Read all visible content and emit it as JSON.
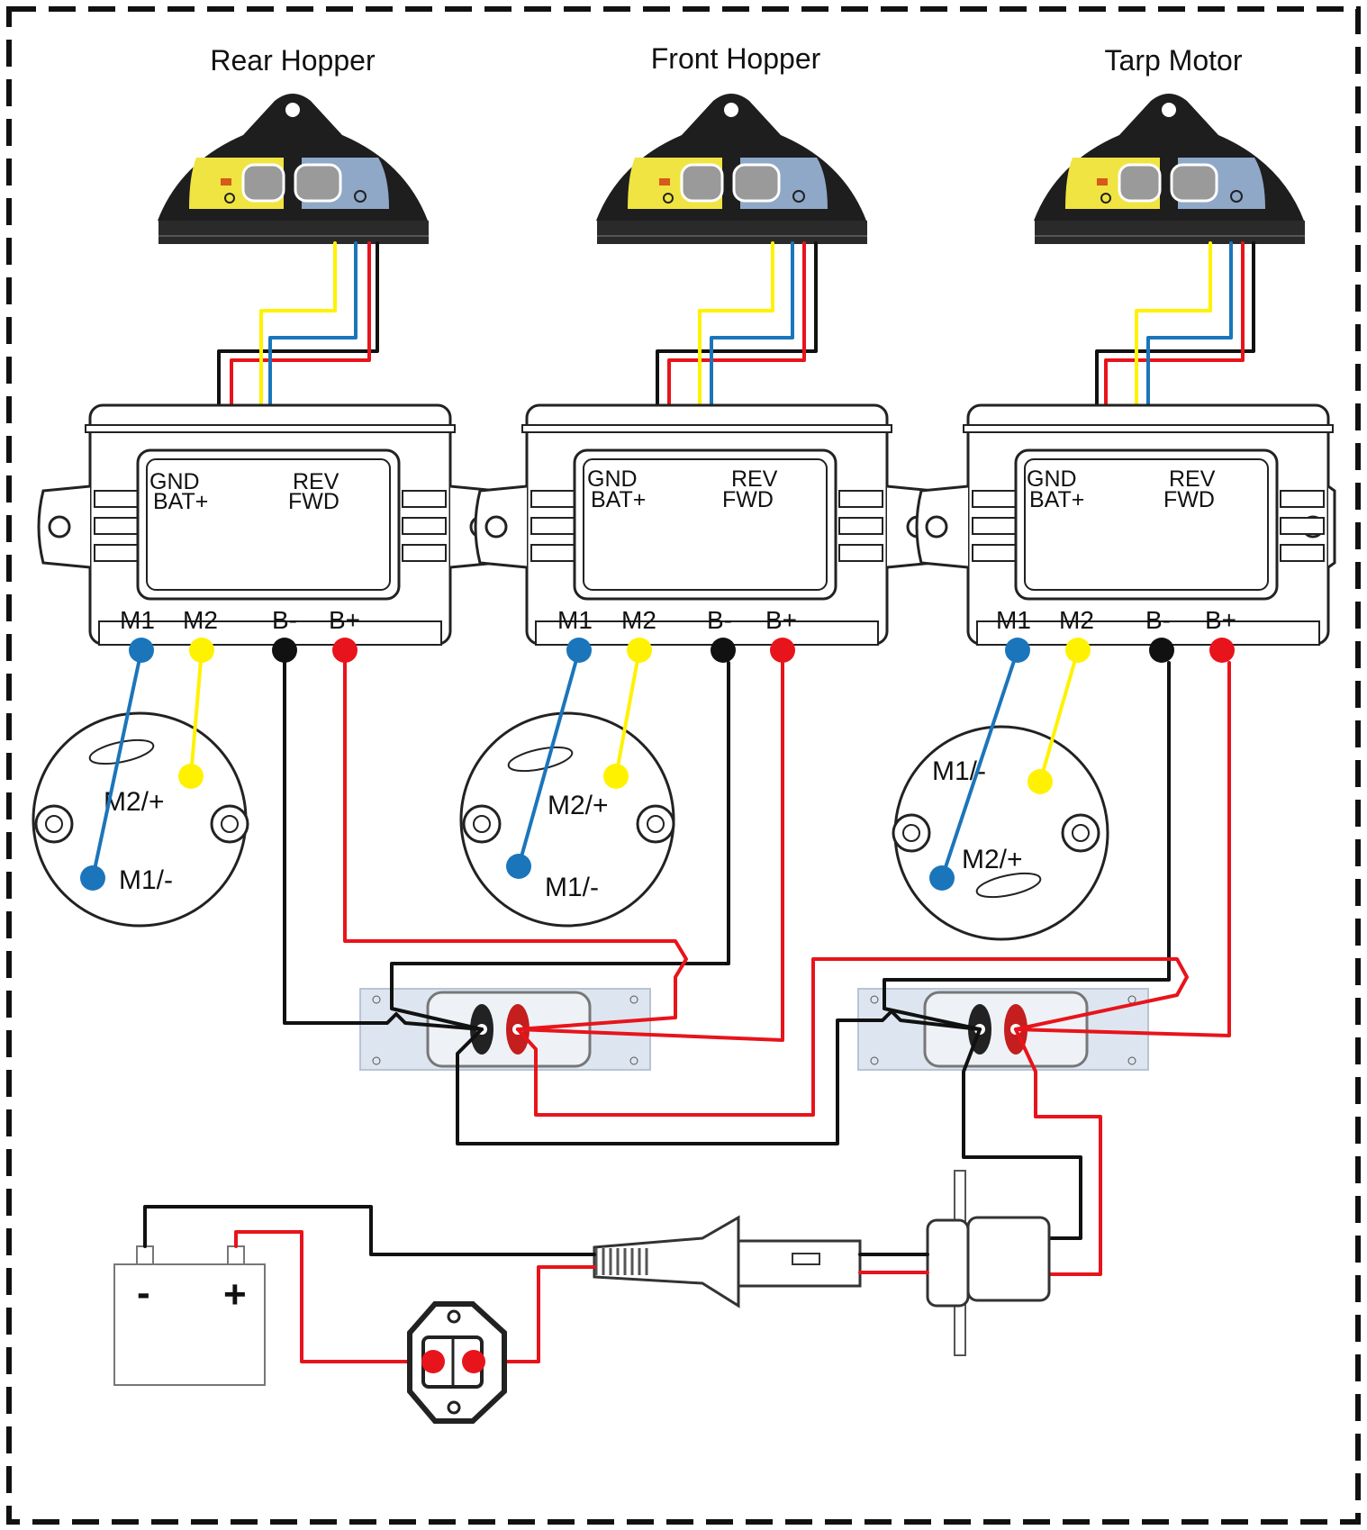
{
  "colors": {
    "black": "#111111",
    "red": "#e8141b",
    "yellow": "#fff200",
    "blue": "#1b75bb",
    "keypad_body": "#1e1e1e",
    "keypad_yellow": "#f0e442",
    "keypad_blue": "#8fa8c8",
    "plate": "#dde6f0"
  },
  "units": [
    {
      "title": "Rear Hopper",
      "controller": {
        "gnd": "GND",
        "bat": "BAT+",
        "rev": "REV",
        "fwd": "FWD"
      },
      "terminals": {
        "m1": "M1",
        "m2": "M2",
        "bneg": "B-",
        "bpos": "B+"
      },
      "motor": {
        "m2": "M2/+",
        "m1": "M1/-"
      }
    },
    {
      "title": "Front Hopper",
      "controller": {
        "gnd": "GND",
        "bat": "BAT+",
        "rev": "REV",
        "fwd": "FWD"
      },
      "terminals": {
        "m1": "M1",
        "m2": "M2",
        "bneg": "B-",
        "bpos": "B+"
      },
      "motor": {
        "m2": "M2/+",
        "m1": "M1/-"
      }
    },
    {
      "title": "Tarp Motor",
      "controller": {
        "gnd": "GND",
        "bat": "BAT+",
        "rev": "REV",
        "fwd": "FWD"
      },
      "terminals": {
        "m1": "M1",
        "m2": "M2",
        "bneg": "B-",
        "bpos": "B+"
      },
      "motor": {
        "m1": "M1/-",
        "m2": "M2/+"
      }
    }
  ],
  "battery": {
    "neg": "-",
    "pos": "+"
  }
}
